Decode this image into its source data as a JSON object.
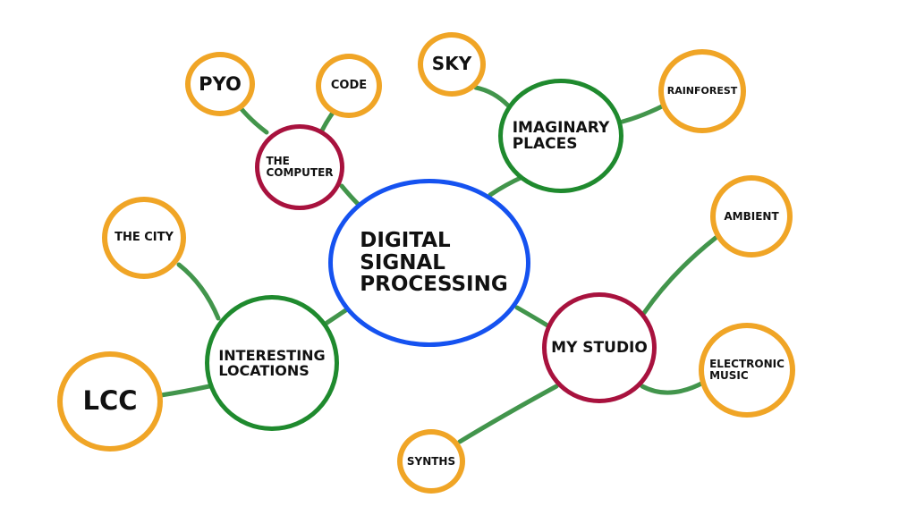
{
  "diagram": {
    "center": {
      "label": "DIGITAL\nSIGNAL\nPROCESSING"
    },
    "branches": {
      "computer": {
        "label": "THE\nCOMPUTER"
      },
      "imaginary": {
        "label": "IMAGINARY\nPLACES"
      },
      "locations": {
        "label": "INTERESTING\nLOCATIONS"
      },
      "studio": {
        "label": "MY STUDIO"
      }
    },
    "leaves": {
      "pyo": {
        "label": "PYO"
      },
      "code": {
        "label": "CODE"
      },
      "sky": {
        "label": "SKY"
      },
      "rainforest": {
        "label": "RAINFOREST"
      },
      "city": {
        "label": "THE CITY"
      },
      "lcc": {
        "label": "LCC"
      },
      "ambient": {
        "label": "AMBIENT"
      },
      "electronic": {
        "label": "ELECTRONIC\nMUSIC"
      },
      "synths": {
        "label": "SYNTHS"
      }
    },
    "colors": {
      "center_ring": "#1552f0",
      "branch_ring_green": "#1f8a2e",
      "branch_ring_red": "#a8123e",
      "leaf_ring": "#f0a526",
      "connector": "#2e8a38"
    }
  }
}
